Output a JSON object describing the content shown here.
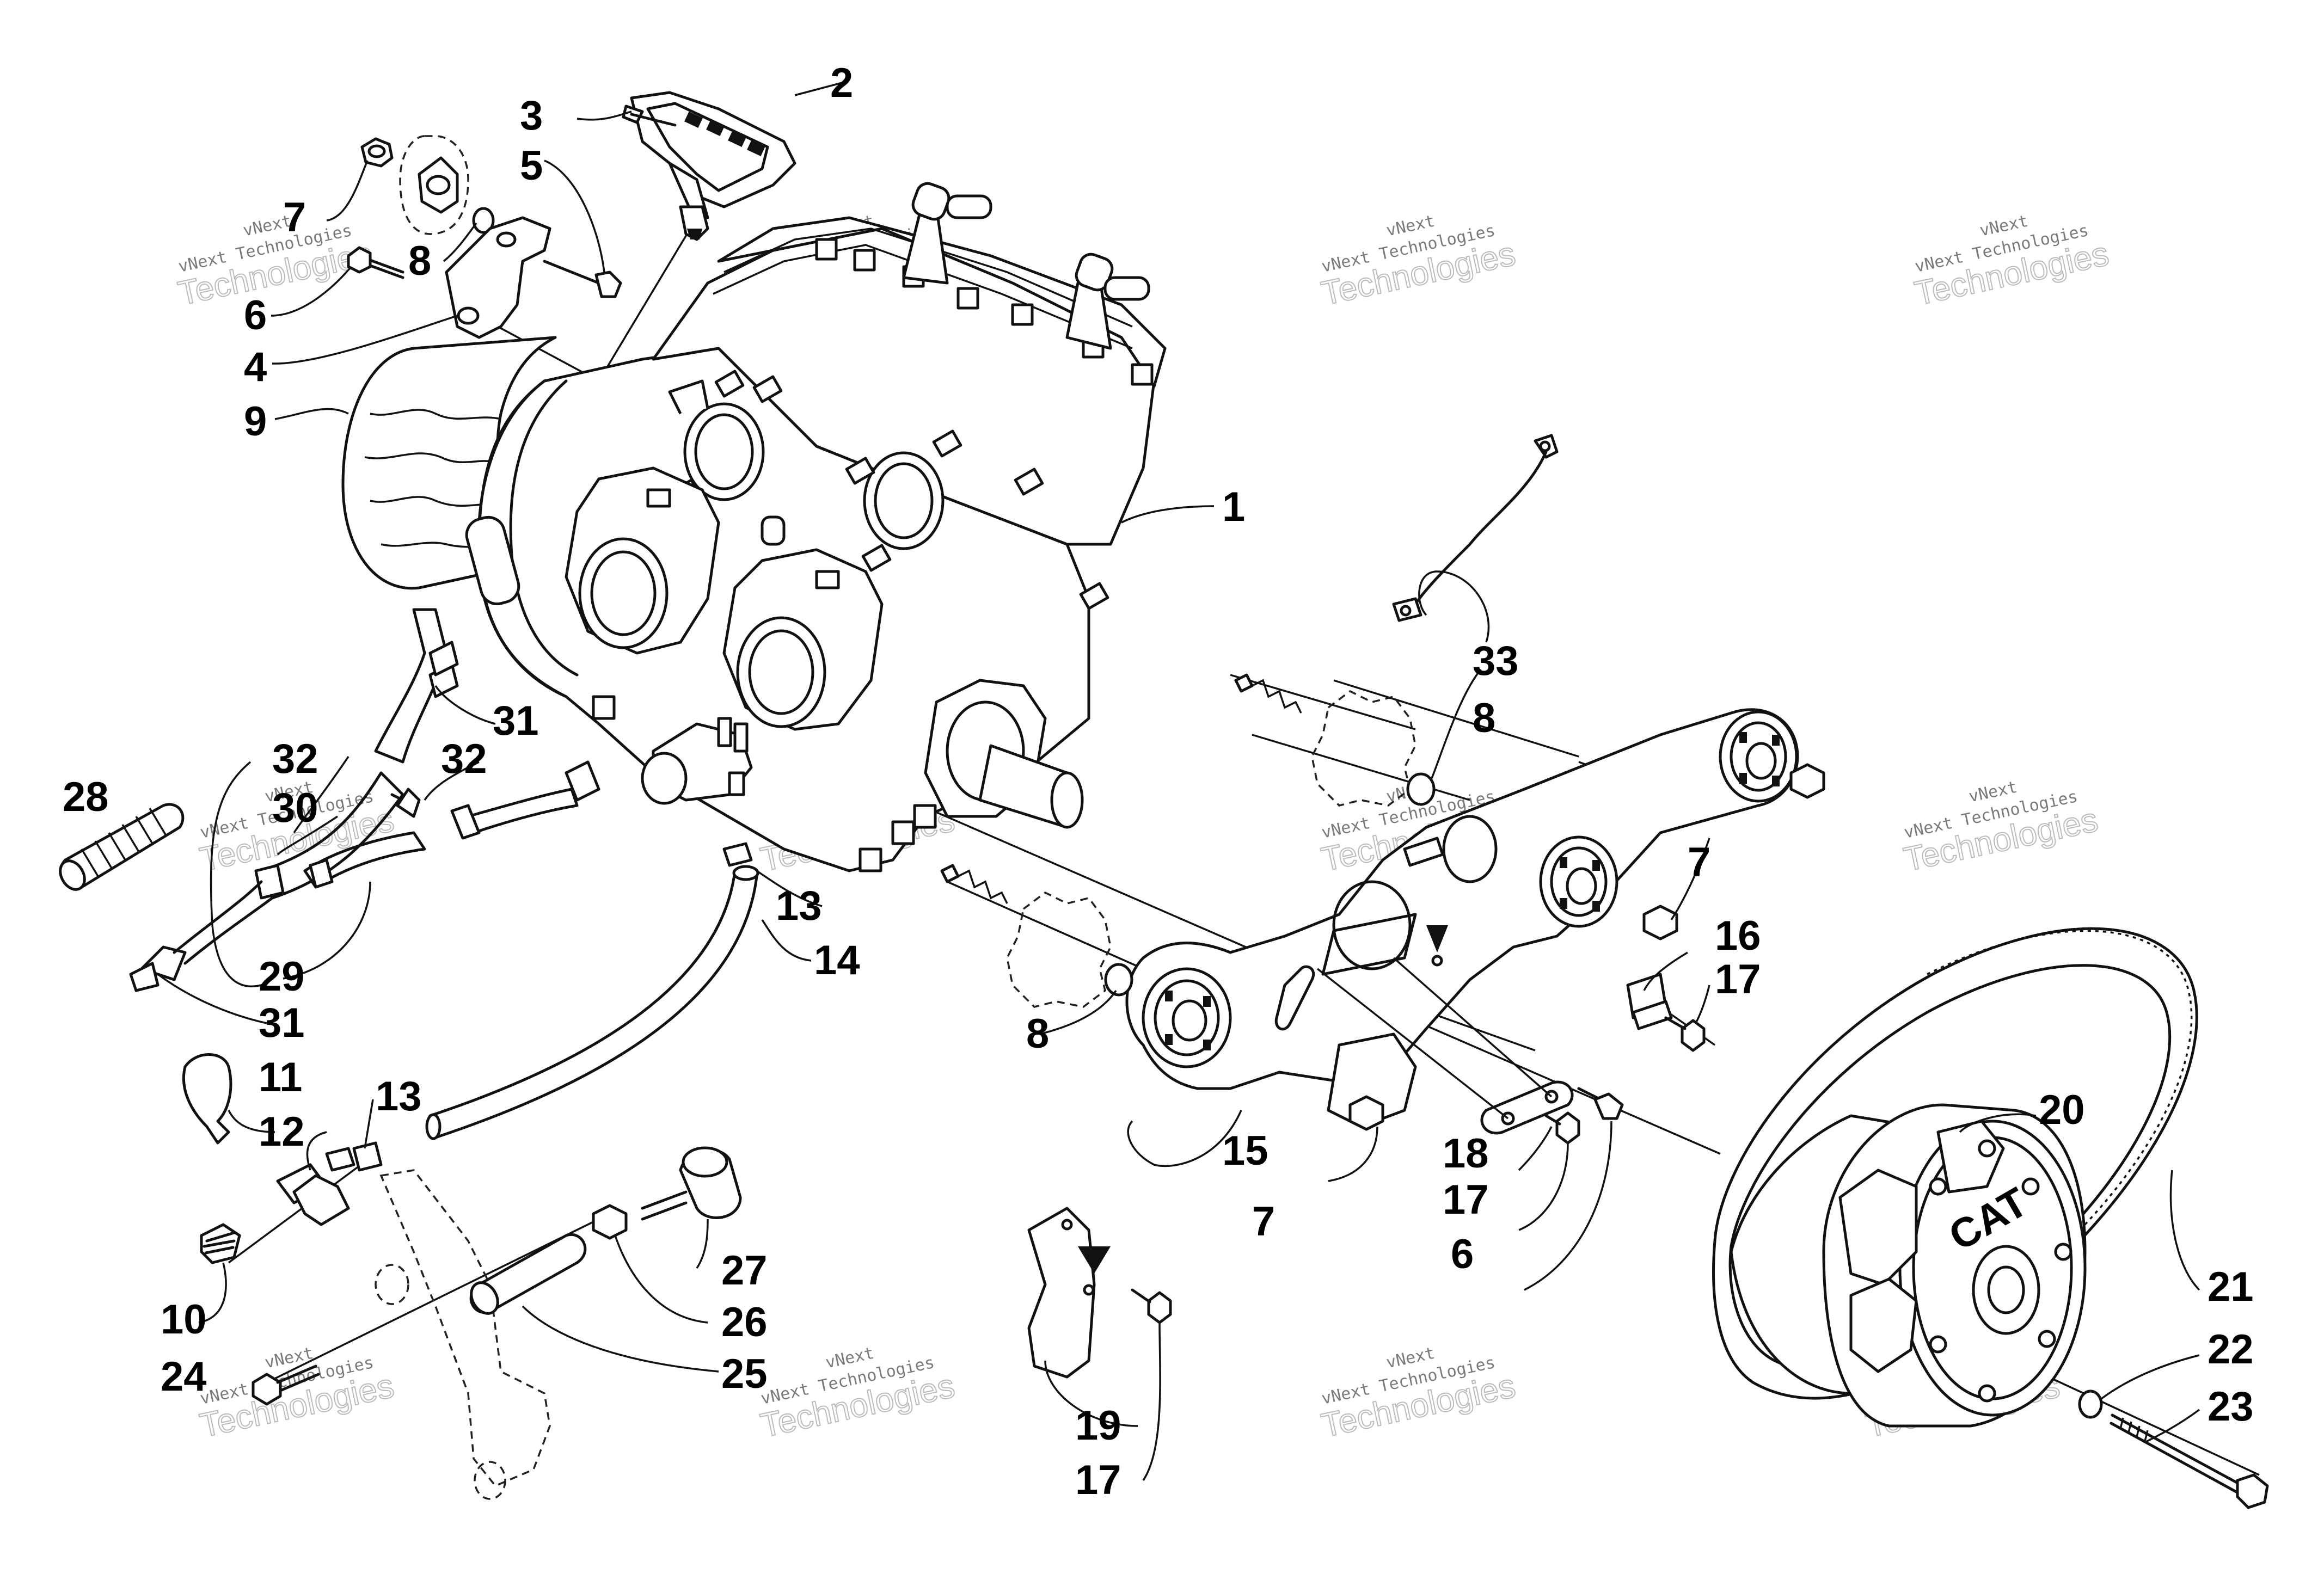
{
  "watermark": {
    "line1": "vNext",
    "line2": "vNext Technologies",
    "line3": "Technologies"
  },
  "belt_text": "CAT",
  "callouts": [
    "1",
    "2",
    "3",
    "4",
    "5",
    "6",
    "7",
    "8",
    "9",
    "10",
    "11",
    "12",
    "13",
    "14",
    "15",
    "16",
    "17",
    "18",
    "19",
    "20",
    "21",
    "22",
    "23",
    "24",
    "25",
    "26",
    "27",
    "28",
    "29",
    "30",
    "31",
    "32",
    "33"
  ]
}
